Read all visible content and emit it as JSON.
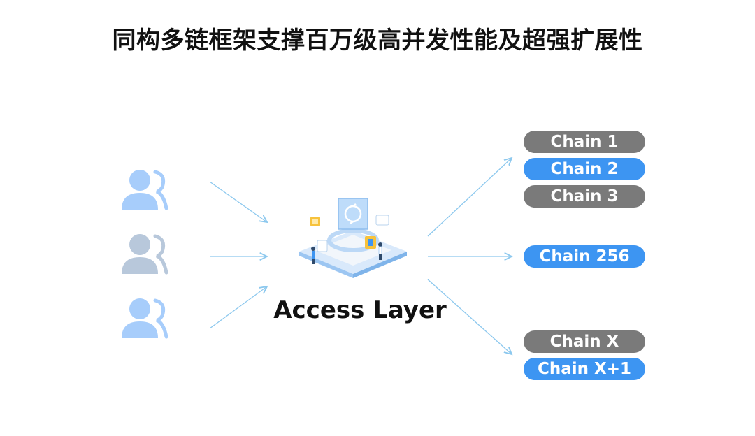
{
  "title": "同构多链框架支撑百万级高并发性能及超强扩展性",
  "center_label": "Access Layer",
  "users": [
    {
      "icon": "user-group-icon",
      "color": "#a7cdfb"
    },
    {
      "icon": "user-group-icon",
      "color": "#b8c8db"
    },
    {
      "icon": "user-group-icon",
      "color": "#a7cdfb"
    }
  ],
  "chains": [
    {
      "label": "Chain 1",
      "style": "gray"
    },
    {
      "label": "Chain 2",
      "style": "blue"
    },
    {
      "label": "Chain 3",
      "style": "gray"
    },
    {
      "label": "Chain 256",
      "style": "blue"
    },
    {
      "label": "Chain X",
      "style": "gray"
    },
    {
      "label": "Chain X+1",
      "style": "blue"
    }
  ],
  "colors": {
    "arrow": "#8cc8ee",
    "chain_gray": "#7a7a7a",
    "chain_blue": "#3d95f2",
    "title": "#111111"
  }
}
